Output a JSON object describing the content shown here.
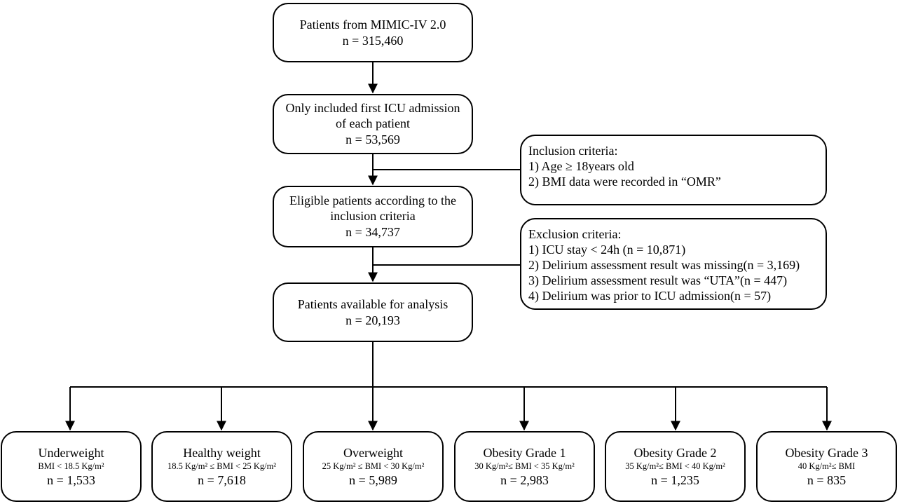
{
  "flow": {
    "source": {
      "title": "Patients from MIMIC-IV 2.0",
      "count": "n = 315,460"
    },
    "first_icu": {
      "title_line1": "Only included first ICU admission",
      "title_line2": "of each patient",
      "count": "n = 53,569"
    },
    "eligible": {
      "title_line1": "Eligible patients according to the",
      "title_line2": "inclusion criteria",
      "count": "n = 34,737"
    },
    "analysis": {
      "title": "Patients available for analysis",
      "count": "n = 20,193"
    }
  },
  "inclusion": {
    "heading": "Inclusion criteria:",
    "items": [
      "1) Age ≥ 18years old",
      "2) BMI data were recorded in “OMR”"
    ]
  },
  "exclusion": {
    "heading": "Exclusion criteria:",
    "items": [
      "1) ICU stay < 24h (n = 10,871)",
      "2) Delirium assessment result was missing(n = 3,169)",
      "3) Delirium assessment result was “UTA”(n = 447)",
      "4) Delirium was prior to ICU admission(n = 57)"
    ]
  },
  "groups": [
    {
      "name": "Underweight",
      "criteria": "BMI < 18.5 Kg/m²",
      "count": "n = 1,533"
    },
    {
      "name": "Healthy weight",
      "criteria": "18.5 Kg/m² ≤ BMI < 25 Kg/m²",
      "count": "n = 7,618"
    },
    {
      "name": "Overweight",
      "criteria": "25 Kg/m² ≤ BMI < 30 Kg/m²",
      "count": "n = 5,989"
    },
    {
      "name": "Obesity Grade 1",
      "criteria": "30 Kg/m²≤ BMI < 35 Kg/m²",
      "count": "n = 2,983"
    },
    {
      "name": "Obesity Grade 2",
      "criteria": "35 Kg/m²≤ BMI < 40 Kg/m²",
      "count": "n = 1,235"
    },
    {
      "name": "Obesity Grade 3",
      "criteria": "40 Kg/m²≤ BMI",
      "count": "n = 835"
    }
  ],
  "colors": {
    "stroke": "#000000",
    "background": "#ffffff"
  }
}
